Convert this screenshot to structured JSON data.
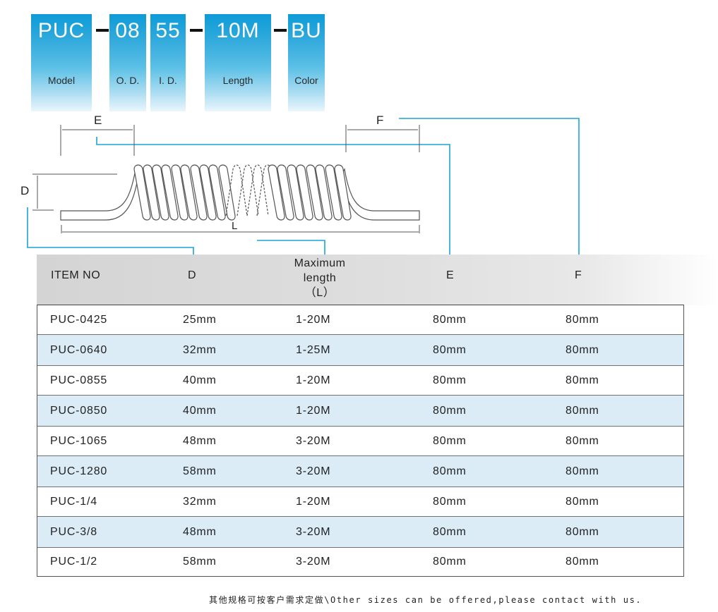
{
  "model_code": {
    "segments": [
      {
        "code": "PUC",
        "label": "Model"
      },
      {
        "code": "08",
        "label": "O. D."
      },
      {
        "code": "55",
        "label": "I. D."
      },
      {
        "code": "10M",
        "label": "Length"
      },
      {
        "code": "BU",
        "label": "Color"
      }
    ],
    "separator": "-"
  },
  "diagram": {
    "labels": {
      "E": "E",
      "F": "F",
      "D": "D",
      "L": "L"
    },
    "colors": {
      "leader_line": "#1aa3d9",
      "drawing": "#555555"
    }
  },
  "table": {
    "headers": [
      "ITEM NO",
      "D",
      "Maximum\nlength\n(L)",
      "E",
      "F"
    ],
    "header_lines": {
      "max_length": [
        "Maximum",
        "length",
        "（L）"
      ]
    },
    "rows": [
      [
        "PUC-0425",
        "25mm",
        "1-20M",
        "80mm",
        "80mm"
      ],
      [
        "PUC-0640",
        "32mm",
        "1-25M",
        "80mm",
        "80mm"
      ],
      [
        "PUC-0855",
        "40mm",
        "1-20M",
        "80mm",
        "80mm"
      ],
      [
        "PUC-0850",
        "40mm",
        "1-20M",
        "80mm",
        "80mm"
      ],
      [
        "PUC-1065",
        "48mm",
        "3-20M",
        "80mm",
        "80mm"
      ],
      [
        "PUC-1280",
        "58mm",
        "3-20M",
        "80mm",
        "80mm"
      ],
      [
        "PUC-1/4",
        "32mm",
        "1-20M",
        "80mm",
        "80mm"
      ],
      [
        "PUC-3/8",
        "48mm",
        "3-20M",
        "80mm",
        "80mm"
      ],
      [
        "PUC-1/2",
        "58mm",
        "3-20M",
        "80mm",
        "80mm"
      ]
    ],
    "colors": {
      "alt_row": "#dcecf7",
      "header_bg": "#d6d6d6"
    }
  },
  "footer": {
    "note": "其他规格可按客户需求定做\\Other sizes can be offered,please contact with us."
  }
}
